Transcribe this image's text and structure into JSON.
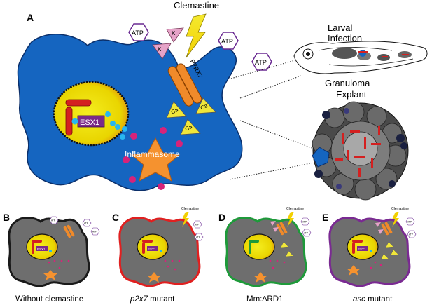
{
  "panels": {
    "a": {
      "letter": "A",
      "clemastine": "Clemastine",
      "atp": "ATP",
      "k_ion": "K",
      "ca_ion": "Ca",
      "receptor": "P2RX7",
      "esx1": "ESX1",
      "inflammasome": "Inflammasome",
      "larval_line1": "Larval",
      "larval_line2": "Infection",
      "granuloma_line1": "Granuloma",
      "granuloma_line2": "Explant"
    },
    "b": {
      "letter": "B",
      "caption": "Without clemastine"
    },
    "c": {
      "letter": "C",
      "caption_italic": "p2x7",
      "caption_rest": " mutant",
      "clemastine": "Clemastine"
    },
    "d": {
      "letter": "D",
      "caption": "Mm:∆RD1",
      "clemastine": "Clemastine"
    },
    "e": {
      "letter": "E",
      "caption_italic": "asc",
      "caption_rest": " mutant",
      "clemastine": "Clemastine"
    }
  },
  "colors": {
    "cell_main": "#1565c0",
    "cell_small": "#6e6e6e",
    "nucleus": "#f2e200",
    "mycobacterium": "#d42020",
    "esx1_box": "#7b2a8a",
    "inflammasome": "#f5922f",
    "caspase_dots": "#d6237a",
    "bacteria_dots": "#27b7f0",
    "receptor": "#f08a2a",
    "ca_triangle": "#f0e63a",
    "k_triangle": "#e6a3c8",
    "border_c": "#e02020",
    "border_d": "#1e9a3a",
    "border_e": "#7a2a92",
    "border_b": "#1a1a1a"
  }
}
